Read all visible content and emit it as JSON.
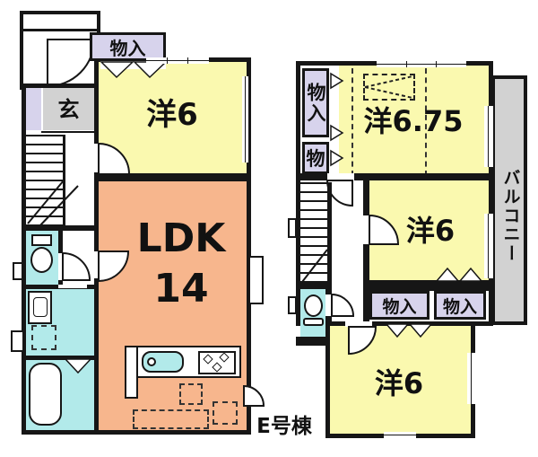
{
  "colors": {
    "wall": "#161616",
    "bg": "#FFFFFF",
    "yellow": "#FAF9AF",
    "peach": "#F7B68D",
    "cyan": "#B2EAEA",
    "lavender": "#D7D3EC",
    "gray": "#D2D2D2"
  },
  "floor1": {
    "porch_storage_label": "物入",
    "entrance_label": "玄",
    "bedroom": {
      "label": "洋6"
    },
    "ldk": {
      "name": "LDK",
      "size": "14"
    }
  },
  "floor2": {
    "storage_tall_label": "物入",
    "storage_small_label": "物",
    "bedroom_large": {
      "label": "洋6.75"
    },
    "bedroom_mid": {
      "label": "洋6"
    },
    "bedroom_bottom": {
      "label": "洋6"
    },
    "closet_left_label": "物入",
    "closet_right_label": "物入",
    "balcony_label": "バルコニー"
  },
  "caption": {
    "building_label": "E号棟"
  }
}
